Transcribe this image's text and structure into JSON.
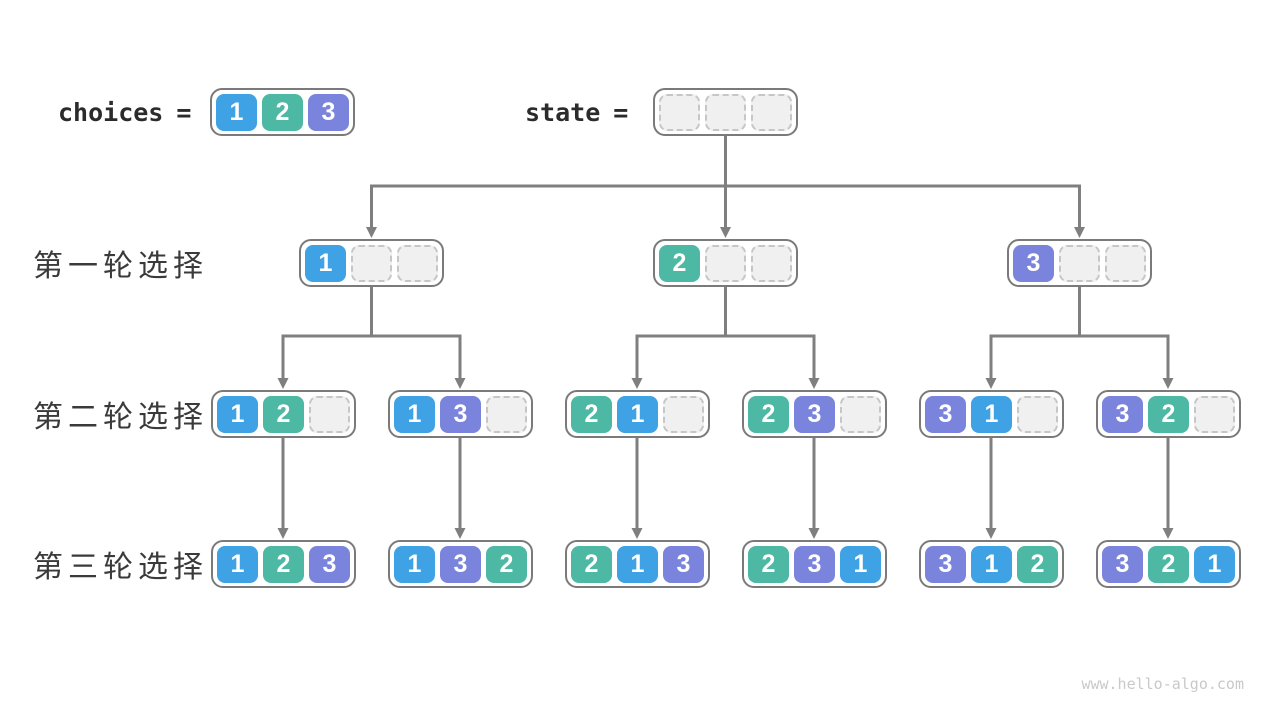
{
  "header": {
    "choices_label": "choices",
    "state_label": "state",
    "equals": "=",
    "choices_cells": [
      "1",
      "2",
      "3"
    ],
    "state_cells": [
      "",
      "",
      ""
    ]
  },
  "rows": [
    {
      "label": "第一轮选择",
      "nodes": [
        [
          "1",
          "",
          ""
        ],
        [
          "2",
          "",
          ""
        ],
        [
          "3",
          "",
          ""
        ]
      ]
    },
    {
      "label": "第二轮选择",
      "nodes": [
        [
          "1",
          "2",
          ""
        ],
        [
          "1",
          "3",
          ""
        ],
        [
          "2",
          "1",
          ""
        ],
        [
          "2",
          "3",
          ""
        ],
        [
          "3",
          "1",
          ""
        ],
        [
          "3",
          "2",
          ""
        ]
      ]
    },
    {
      "label": "第三轮选择",
      "nodes": [
        [
          "1",
          "2",
          "3"
        ],
        [
          "1",
          "3",
          "2"
        ],
        [
          "2",
          "1",
          "3"
        ],
        [
          "2",
          "3",
          "1"
        ],
        [
          "3",
          "1",
          "2"
        ],
        [
          "3",
          "2",
          "1"
        ]
      ]
    }
  ],
  "footer": {
    "watermark": "www.hello-algo.com"
  },
  "colors": {
    "c1": "#3EA2E5",
    "c2": "#4DB8A3",
    "c3": "#7B84DC",
    "arrow": "#7F7F7F",
    "node-border": "#7A7A7A",
    "empty-fill": "#F0F0F0",
    "empty-border": "#C6C6C6",
    "label-text": "#3A3A3A",
    "code-text": "#2B2B2B",
    "watermark-text": "#C9C9C9"
  }
}
